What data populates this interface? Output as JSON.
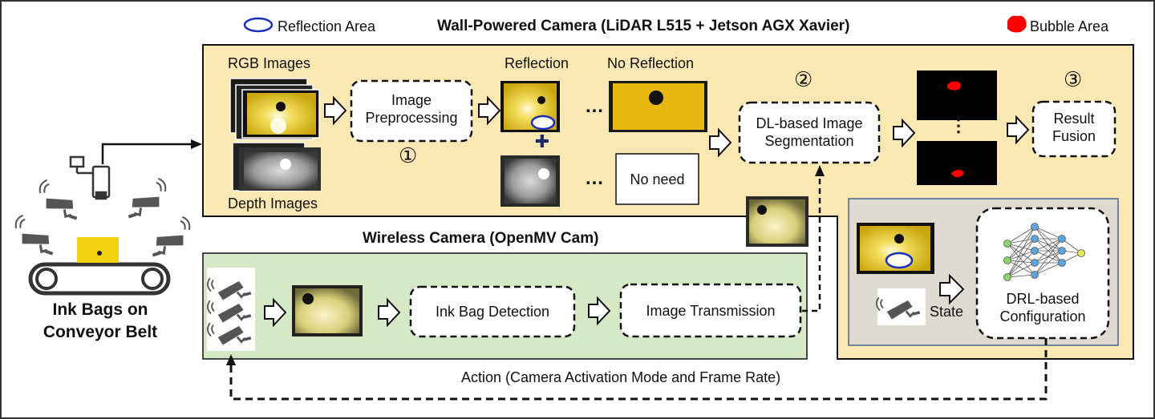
{
  "legend": {
    "reflection_area": "Reflection Area",
    "bubble_area": "Bubble Area"
  },
  "wall_camera": {
    "title": "Wall-Powered Camera (LiDAR L515 +  Jetson AGX Xavier)",
    "rgb_images": "RGB Images",
    "depth_images": "Depth Images",
    "image_preprocessing_line1": "Image",
    "image_preprocessing_line2": "Preprocessing",
    "step1": "①",
    "reflection": "Reflection",
    "no_reflection": "No Reflection",
    "ellipsis": "…",
    "no_need": "No need",
    "step2": "②",
    "segmentation_line1": "DL-based Image",
    "segmentation_line2": "Segmentation",
    "vertical_ellipsis": "⋮",
    "step3": "③",
    "fusion_line1": "Result",
    "fusion_line2": "Fusion"
  },
  "wireless_camera": {
    "title": "Wireless Camera (OpenMV Cam)",
    "ink_bag_detection": "Ink Bag Detection",
    "image_transmission": "Image Transmission"
  },
  "drl": {
    "state": "State",
    "config_line1": "DRL-based",
    "config_line2": "Configuration"
  },
  "conveyor": {
    "line1": "Ink Bags on",
    "line2": "Conveyor Belt"
  },
  "action_label": "Action (Camera Activation Mode and Frame Rate)",
  "colors": {
    "wall_panel": "#fbe8b2",
    "wireless_panel": "#d6e9c7",
    "drl_panel": "#dedad0",
    "drl_border": "#41688f",
    "reflection_outline": "#1a2ebe",
    "bubble": "#ff0000",
    "bag_yellow": "#e6c21a"
  },
  "icons": [
    "camera-icon",
    "arrow-icon",
    "neural-network-icon",
    "conveyor-belt-icon",
    "plus-icon"
  ]
}
